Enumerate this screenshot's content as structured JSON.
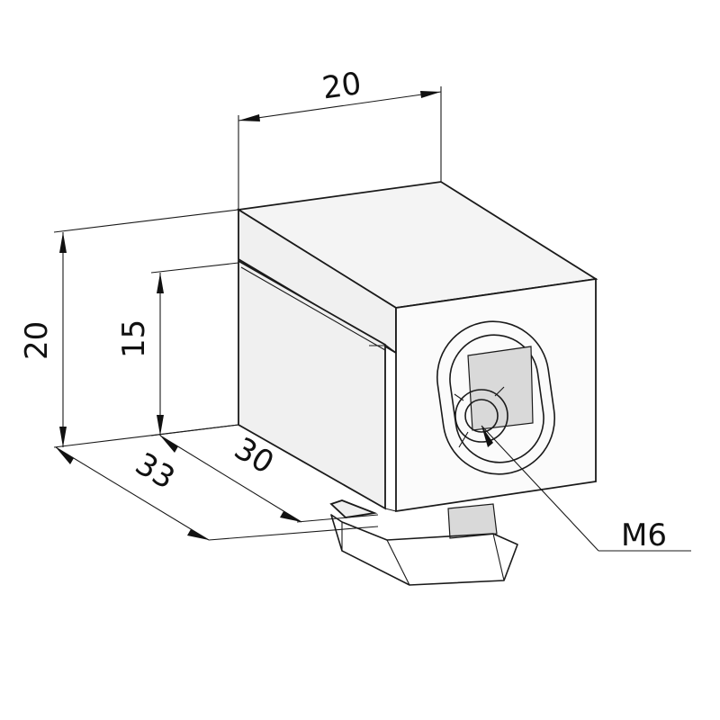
{
  "dimensions": {
    "top_width": "20",
    "height_total": "20",
    "height_inner": "15",
    "depth_inner": "30",
    "depth_total": "33",
    "thread": "M6"
  }
}
